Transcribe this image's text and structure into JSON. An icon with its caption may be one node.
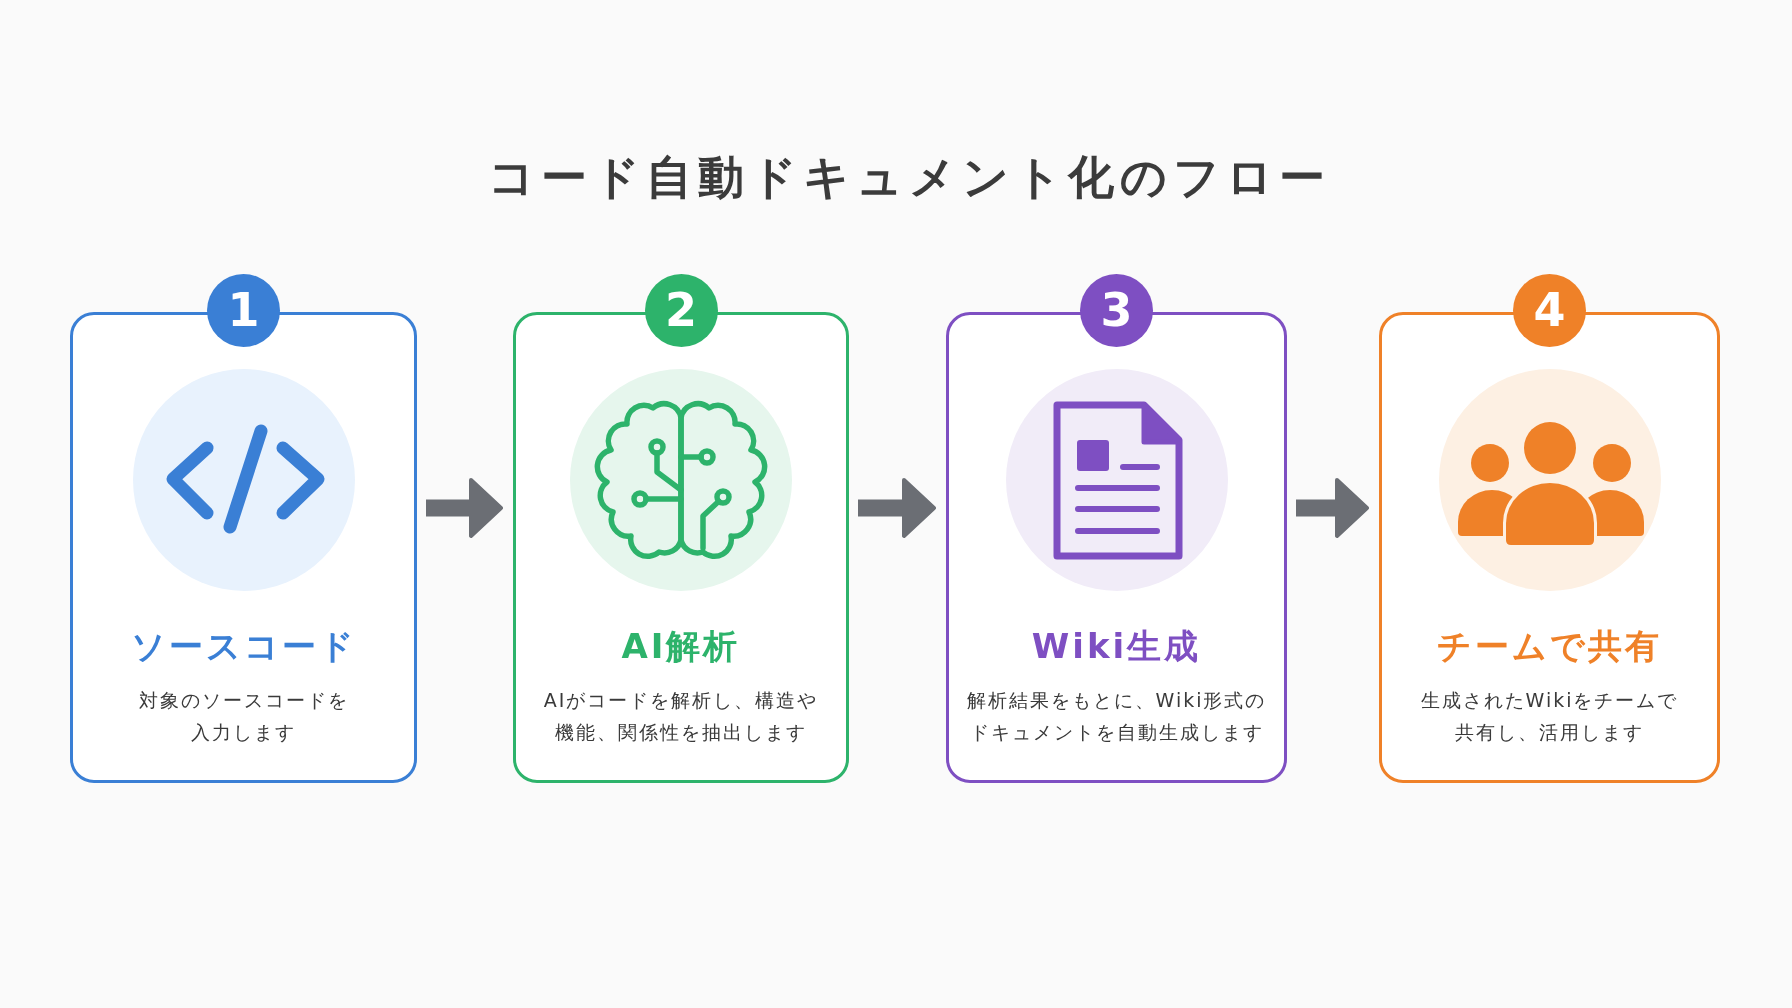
{
  "diagram": {
    "title": "コード自動ドキュメント化のフロー",
    "nodes": [
      {
        "text": [
          "1"
        ]
      },
      {
        "text": [
          "ソースコード",
          "対象のソースコードを入力します"
        ]
      },
      {
        "text": [
          "2"
        ]
      },
      {
        "text": [
          "AI解析",
          "AIがコードを解析し、構造や機能、関係性を抽出します"
        ]
      },
      {
        "text": [
          "3"
        ]
      },
      {
        "text": [
          "Wiki生成",
          "解析結果をもとに、Wiki形式のドキュメントを自動生成します"
        ]
      },
      {
        "text": [
          "4"
        ]
      },
      {
        "text": [
          "チームで共有",
          "生成されたWikiをチームで共有し、活用します"
        ]
      }
    ],
    "edges": [
      {
        "from": 1,
        "to": 3,
        "arrow": "to"
      },
      {
        "from": 3,
        "to": 5,
        "arrow": "to"
      },
      {
        "from": 5,
        "to": 7,
        "arrow": "to"
      }
    ]
  }
}
